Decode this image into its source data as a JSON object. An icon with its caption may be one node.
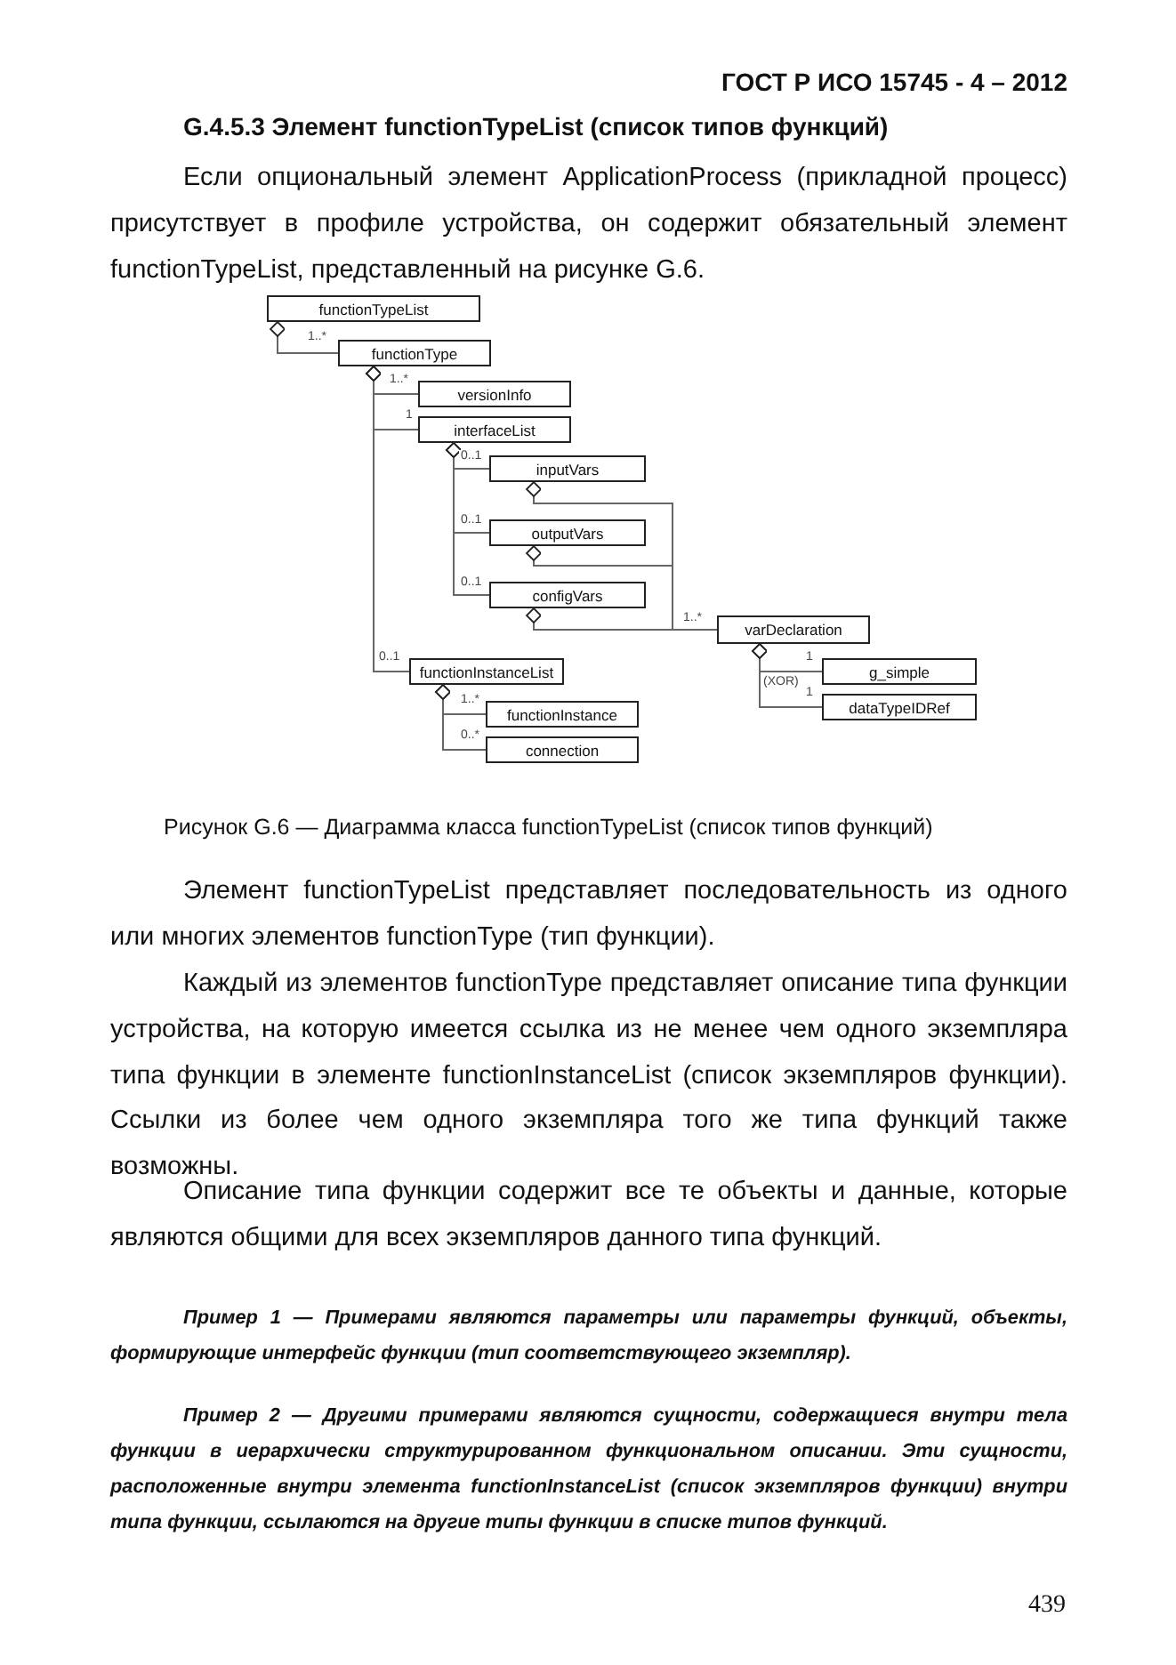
{
  "diagram": {
    "title": "G.4.5.3 Элемент functionTypeList (список типов функций)",
    "caption": "Рисунок G.6 — Диаграмма класса functionTypeList (список типов функций)",
    "nodes": [
      {
        "text": [
          "functionTypeList"
        ]
      },
      {
        "text": [
          "functionType"
        ]
      },
      {
        "text": [
          "versionInfo"
        ]
      },
      {
        "text": [
          "interfaceList"
        ]
      },
      {
        "text": [
          "inputVars"
        ]
      },
      {
        "text": [
          "outputVars"
        ]
      },
      {
        "text": [
          "configVars"
        ]
      },
      {
        "text": [
          "varDeclaration"
        ]
      },
      {
        "text": [
          "functionInstanceList"
        ]
      },
      {
        "text": [
          "g_simple"
        ]
      },
      {
        "text": [
          "dataTypeIDRef"
        ]
      },
      {
        "text": [
          "functionInstance"
        ]
      },
      {
        "text": [
          "connection"
        ]
      }
    ],
    "edges": [
      {
        "from": 0,
        "to": 1,
        "arrow": "other",
        "label": "1..*"
      },
      {
        "from": 1,
        "to": 2,
        "arrow": "other",
        "label": "1..*"
      },
      {
        "from": 1,
        "to": 3,
        "arrow": "other",
        "label": "1"
      },
      {
        "from": 1,
        "to": 8,
        "arrow": "other",
        "label": "0..1"
      },
      {
        "from": 3,
        "to": 4,
        "arrow": "other",
        "label": "0..1"
      },
      {
        "from": 3,
        "to": 5,
        "arrow": "other",
        "label": "0..1"
      },
      {
        "from": 3,
        "to": 6,
        "arrow": "other",
        "label": "0..1"
      },
      {
        "from": 4,
        "to": 7,
        "arrow": "other"
      },
      {
        "from": 5,
        "to": 7,
        "arrow": "other"
      },
      {
        "from": 6,
        "to": 7,
        "arrow": "other",
        "label": "1..*"
      },
      {
        "from": 7,
        "to": 9,
        "arrow": "other",
        "label": "1"
      },
      {
        "from": 7,
        "to": 10,
        "arrow": "other",
        "label": "1"
      },
      {
        "from": 8,
        "to": 11,
        "arrow": "other",
        "label": "1..*"
      },
      {
        "from": 8,
        "to": 12,
        "arrow": "other",
        "label": "0..*"
      }
    ],
    "labels": [
      "ГОСТ Р ИСО 15745 - 4 – 2012",
      "Если опциональный элемент ApplicationProcess (прикладной процесс) присутствует в профиле устройства, он содержит обязательный элемент functionTypeList, представленный на рисунке G.6.",
      "(XOR)",
      "Элемент functionTypeList представляет последовательность из одного или многих элементов functionType (тип функции).",
      "Каждый из элементов functionType представляет описание типа функции устройства, на которую имеется ссылка из не менее чем одного экземпляра типа функции в элементе functionInstanceList (список экземпляров функции). Ссылки из более чем одного экземпляра того же типа функций также возможны.",
      "Описание типа функции содержит все те объекты и данные, которые являются общими для всех экземпляров данного типа функций.",
      "Пример 1 — Примерами являются параметры или параметры функций, объекты, формирующие интерфейс функции (тип соответствующего экземпляр).",
      "Пример 2 — Другими примерами являются сущности, содержащиеся внутри тела функции в иерархически структурированном функциональном описании. Эти сущности, расположенные внутри элемента functionInstanceList (список экземпляров функции) внутри типа функции, ссылаются на другие типы функции в списке типов функций.",
      "439"
    ]
  }
}
